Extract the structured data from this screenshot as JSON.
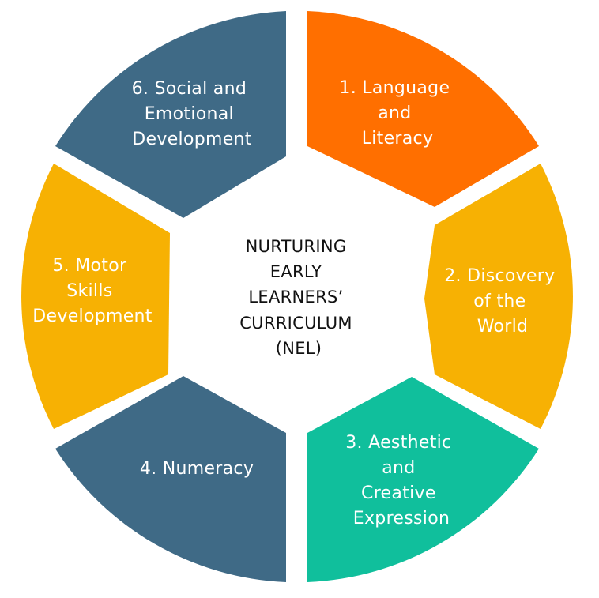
{
  "center": {
    "lines": [
      "NURTURING",
      "EARLY",
      "LEARNERS’",
      "CURRICULUM",
      "(NEL)"
    ]
  },
  "segments": [
    {
      "id": "language-literacy",
      "lines": [
        "1. Language",
        "and",
        "Literacy"
      ],
      "color": "#ff6f00"
    },
    {
      "id": "discovery-world",
      "lines": [
        "2. Discovery",
        "of the",
        "World"
      ],
      "color": "#f7b103"
    },
    {
      "id": "aesthetic-creative",
      "lines": [
        "3. Aesthetic",
        "and",
        "Creative",
        "Expression"
      ],
      "color": "#10bf9c"
    },
    {
      "id": "numeracy",
      "lines": [
        "4. Numeracy"
      ],
      "color": "#3f6a86"
    },
    {
      "id": "motor-skills",
      "lines": [
        "5. Motor",
        "Skills",
        "Development"
      ],
      "color": "#f7b103"
    },
    {
      "id": "social-emotional",
      "lines": [
        "6. Social and",
        "Emotional",
        "Development"
      ],
      "color": "#3f6a86"
    }
  ]
}
